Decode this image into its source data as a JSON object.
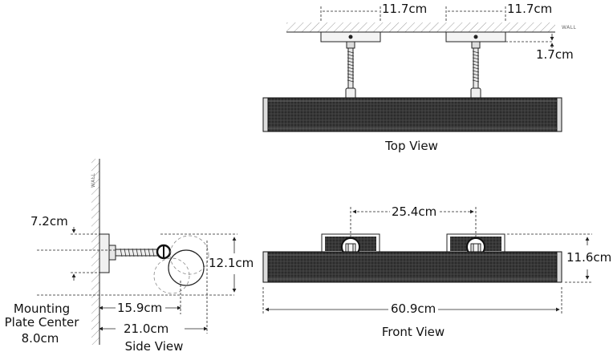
{
  "dimensions": {
    "top_left_plate": "11.7cm",
    "top_right_plate": "11.7cm",
    "top_plate_depth": "1.7cm",
    "side_arm_offset": "7.2cm",
    "side_height": "12.1cm",
    "side_projection_inner": "15.9cm",
    "side_projection_outer": "21.0cm",
    "mounting_center_label": "Mounting\nPlate Center",
    "mounting_center_value": "8.0cm",
    "front_bracket_spacing": "25.4cm",
    "front_height": "11.6cm",
    "front_width": "60.9cm"
  },
  "views": {
    "top": "Top View",
    "side": "Side View",
    "front": "Front View"
  },
  "wall_label": "WALL",
  "colors": {
    "line": "#222222",
    "shade": "#2b2b2b",
    "hatch": "#999999"
  }
}
